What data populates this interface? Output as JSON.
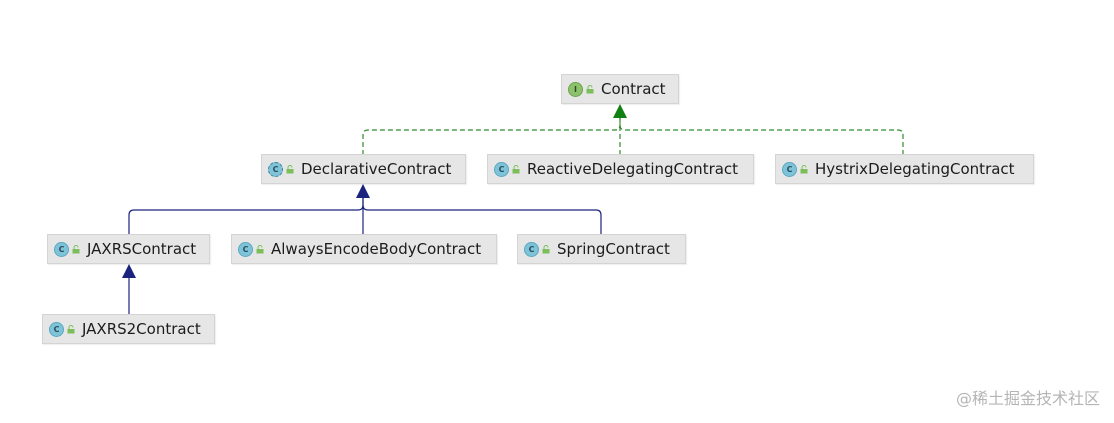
{
  "nodes": {
    "contract": {
      "label": "Contract",
      "kind": "I"
    },
    "declarative": {
      "label": "DeclarativeContract",
      "kind": "C"
    },
    "reactive": {
      "label": "ReactiveDelegatingContract",
      "kind": "C"
    },
    "hystrix": {
      "label": "HystrixDelegatingContract",
      "kind": "C"
    },
    "jaxrs": {
      "label": "JAXRSContract",
      "kind": "C"
    },
    "always": {
      "label": "AlwaysEncodeBodyContract",
      "kind": "C"
    },
    "spring": {
      "label": "SpringContract",
      "kind": "C"
    },
    "jaxrs2": {
      "label": "JAXRS2Contract",
      "kind": "C"
    }
  },
  "colors": {
    "implements": "#2e8b2e",
    "implements_arrow": "#108010",
    "extends": "#1a237e"
  },
  "watermark": "@稀土掘金技术社区"
}
